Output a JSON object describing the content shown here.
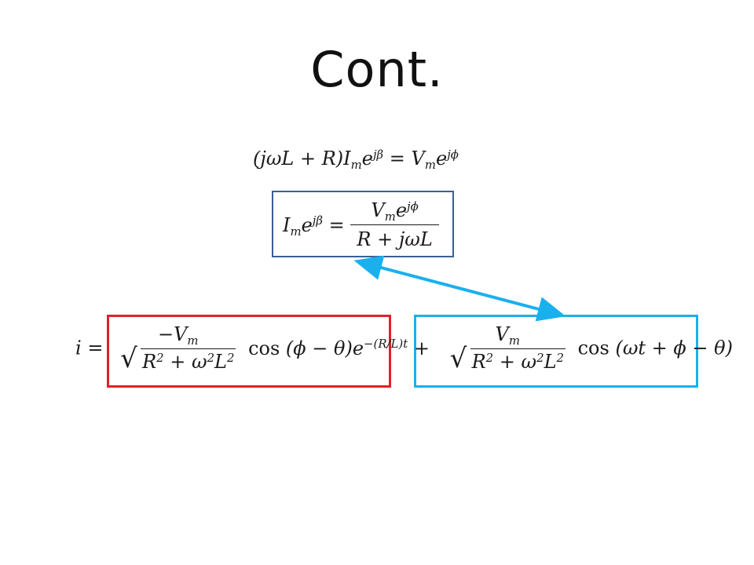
{
  "slide": {
    "title": "Cont."
  },
  "equations": {
    "eq1": "(jωL + R)I_m e^{jβ} = V_m e^{jϕ}",
    "eq2": "I_m e^{jβ} = V_m e^{jϕ} / (R + jωL)",
    "eq3": "i = (−V_m / √(R² + ω²L²)) cos(ϕ − θ)e^{−(R/L)t} + (V_m / √(R² + ω²L²)) cos(ωt + ϕ − θ)"
  },
  "annotations": {
    "box_colors": {
      "top_box": "#3a5f94",
      "transient_box": "#e0202a",
      "steady_box": "#1ab0ee",
      "arrow": "#1ab0ee"
    }
  }
}
